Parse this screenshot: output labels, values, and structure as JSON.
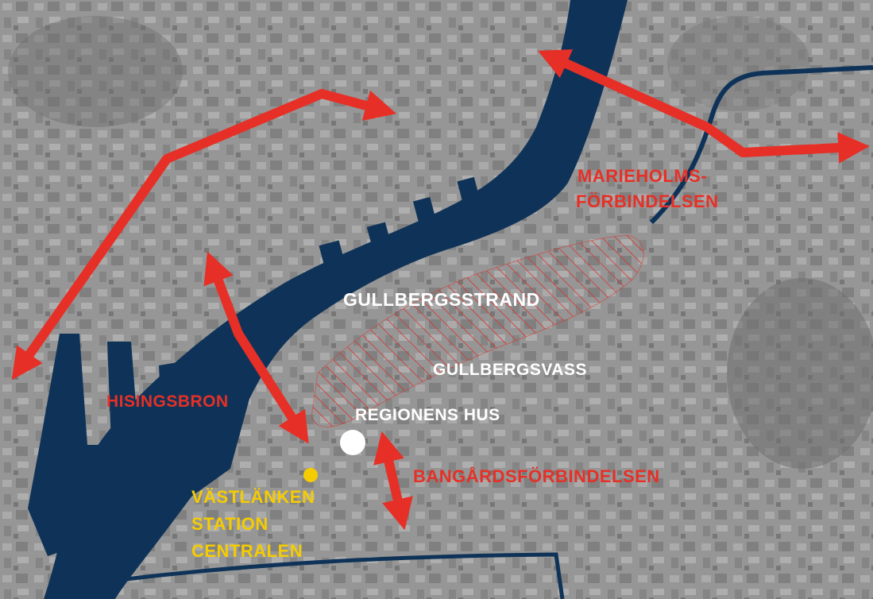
{
  "map": {
    "labels": {
      "gullbergsstrand": "GULLBERGSSTRAND",
      "gullbergsvass": "GULLBERGSVASS",
      "regionens_hus": "REGIONENS HUS",
      "hisingsbron": "HISINGSBRON",
      "bangardsforbindelsen": "BANGÅRDSFÖRBINDELSEN",
      "marieholms_line1": "MARIEHOLMS-",
      "marieholms_line2": "FÖRBINDELSEN",
      "vastlanken_line1": "VÄSTLÄNKEN",
      "vastlanken_line2": "STATION",
      "vastlanken_line3": "CENTRALEN"
    },
    "colors": {
      "water": "#0f3358",
      "arrow": "#e63027",
      "label_white": "#ffffff",
      "label_red": "#e63027",
      "station_marker": "#f5cc00",
      "building_marker": "#ffffff",
      "hatch": "#d9342b"
    },
    "markers": [
      {
        "name": "regionens-hus-marker",
        "type": "white circle"
      },
      {
        "name": "vastlanken-station-marker",
        "type": "yellow dot"
      }
    ]
  }
}
